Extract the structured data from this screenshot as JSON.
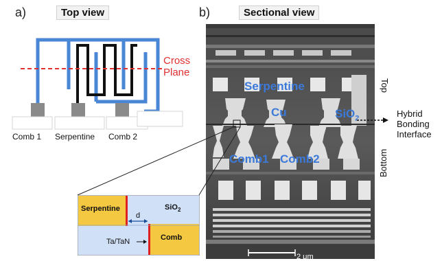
{
  "panel_a": {
    "letter": "a)",
    "title": "Top view",
    "cross_plane_line1": "Cross",
    "cross_plane_line2": "Plane",
    "pad_labels": [
      "Comb 1",
      "Serpentine",
      "Comb 2"
    ],
    "colors": {
      "comb": "#4a86d6",
      "serpentine": "#111111",
      "cross": "#e03030",
      "pad": "#8a8a8a"
    }
  },
  "panel_b": {
    "letter": "b)",
    "title": "Sectional view",
    "labels": {
      "serpentine": "Serpentine",
      "cu": "Cu",
      "sio2": "SiO",
      "sio2_sub": "2",
      "comb1": "Comb1",
      "comb2": "Comb2"
    },
    "side_top": "Top",
    "side_bottom": "Bottom",
    "interface_lines": [
      "Hybrid",
      "Bonding",
      "Interface"
    ],
    "scale_bar": "2 μm",
    "colors": {
      "label": "#3b7ad9"
    }
  },
  "inset": {
    "serpentine": "Serpentine",
    "sio2": "SiO",
    "sio2_sub": "2",
    "d": "d",
    "barrier": "Ta/TaN",
    "comb": "Comb",
    "colors": {
      "metal": "#f5c842",
      "oxide": "#cfe0f7",
      "barrier": "#e02020"
    }
  }
}
